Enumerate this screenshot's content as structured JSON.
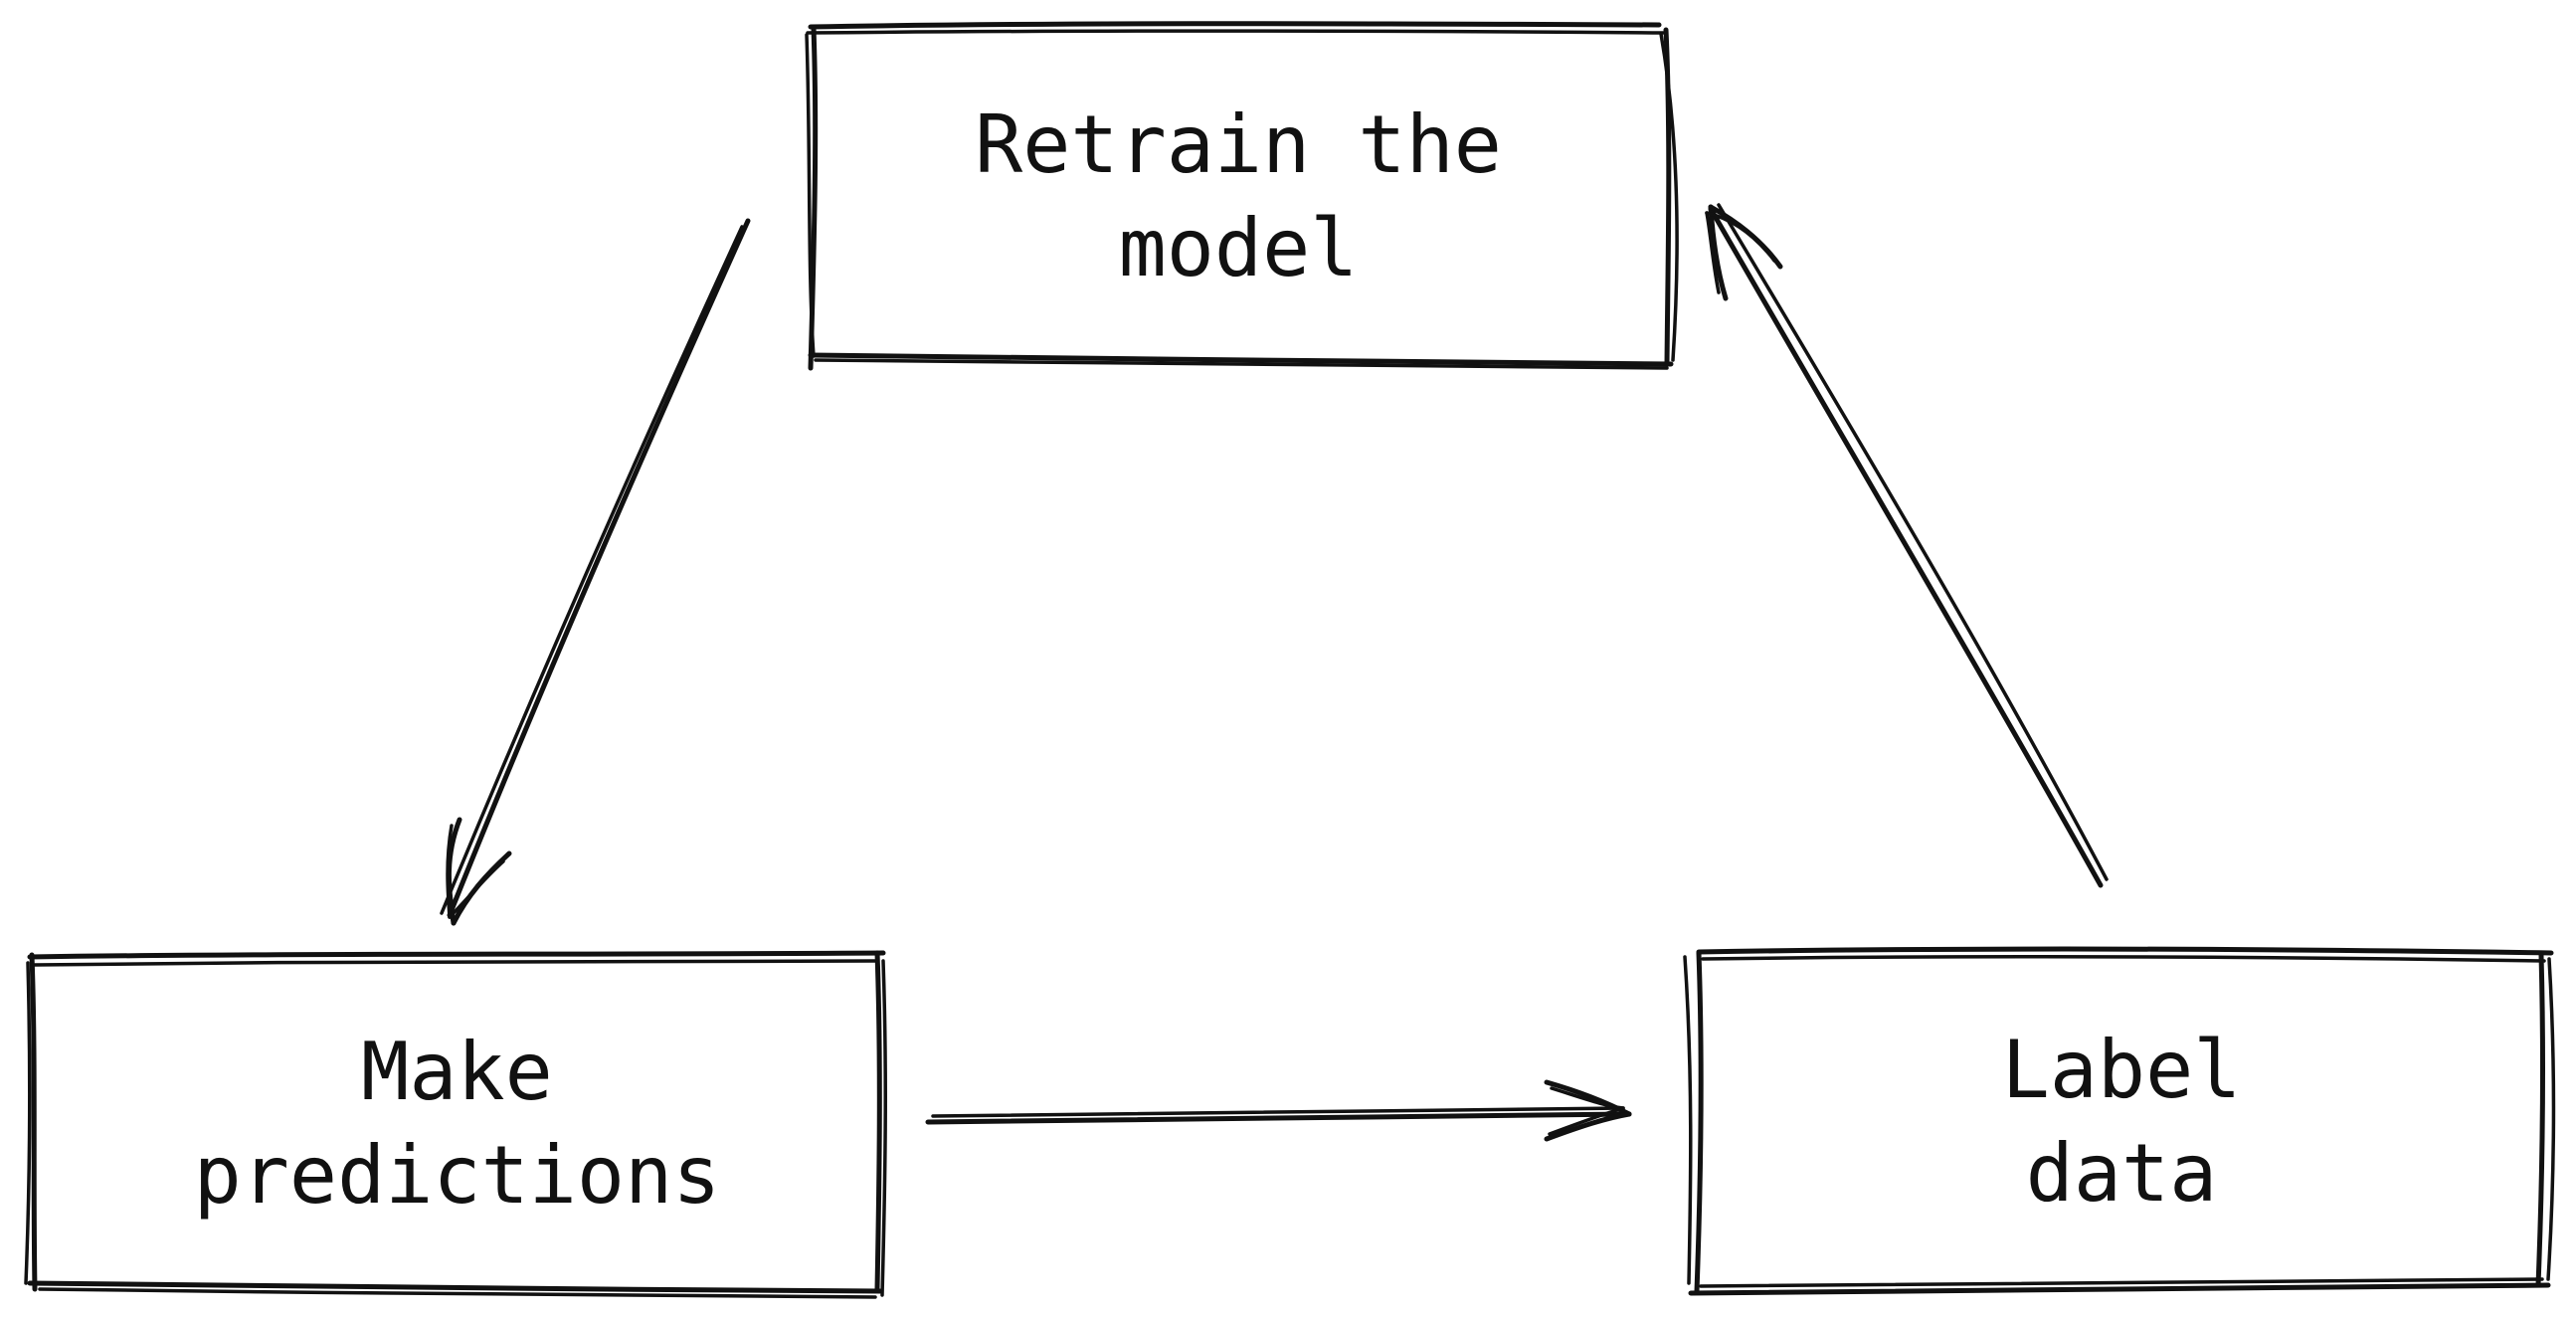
{
  "diagram": {
    "nodes": [
      {
        "id": "retrain",
        "lines": [
          "Retrain the",
          "model"
        ]
      },
      {
        "id": "predict",
        "lines": [
          "Make",
          "predictions"
        ]
      },
      {
        "id": "label",
        "lines": [
          "Label",
          "data"
        ]
      }
    ],
    "edges": [
      {
        "from": "retrain",
        "to": "predict"
      },
      {
        "from": "predict",
        "to": "label"
      },
      {
        "from": "label",
        "to": "retrain"
      }
    ],
    "style": {
      "ink": "#111111",
      "background": "#ffffff"
    }
  }
}
